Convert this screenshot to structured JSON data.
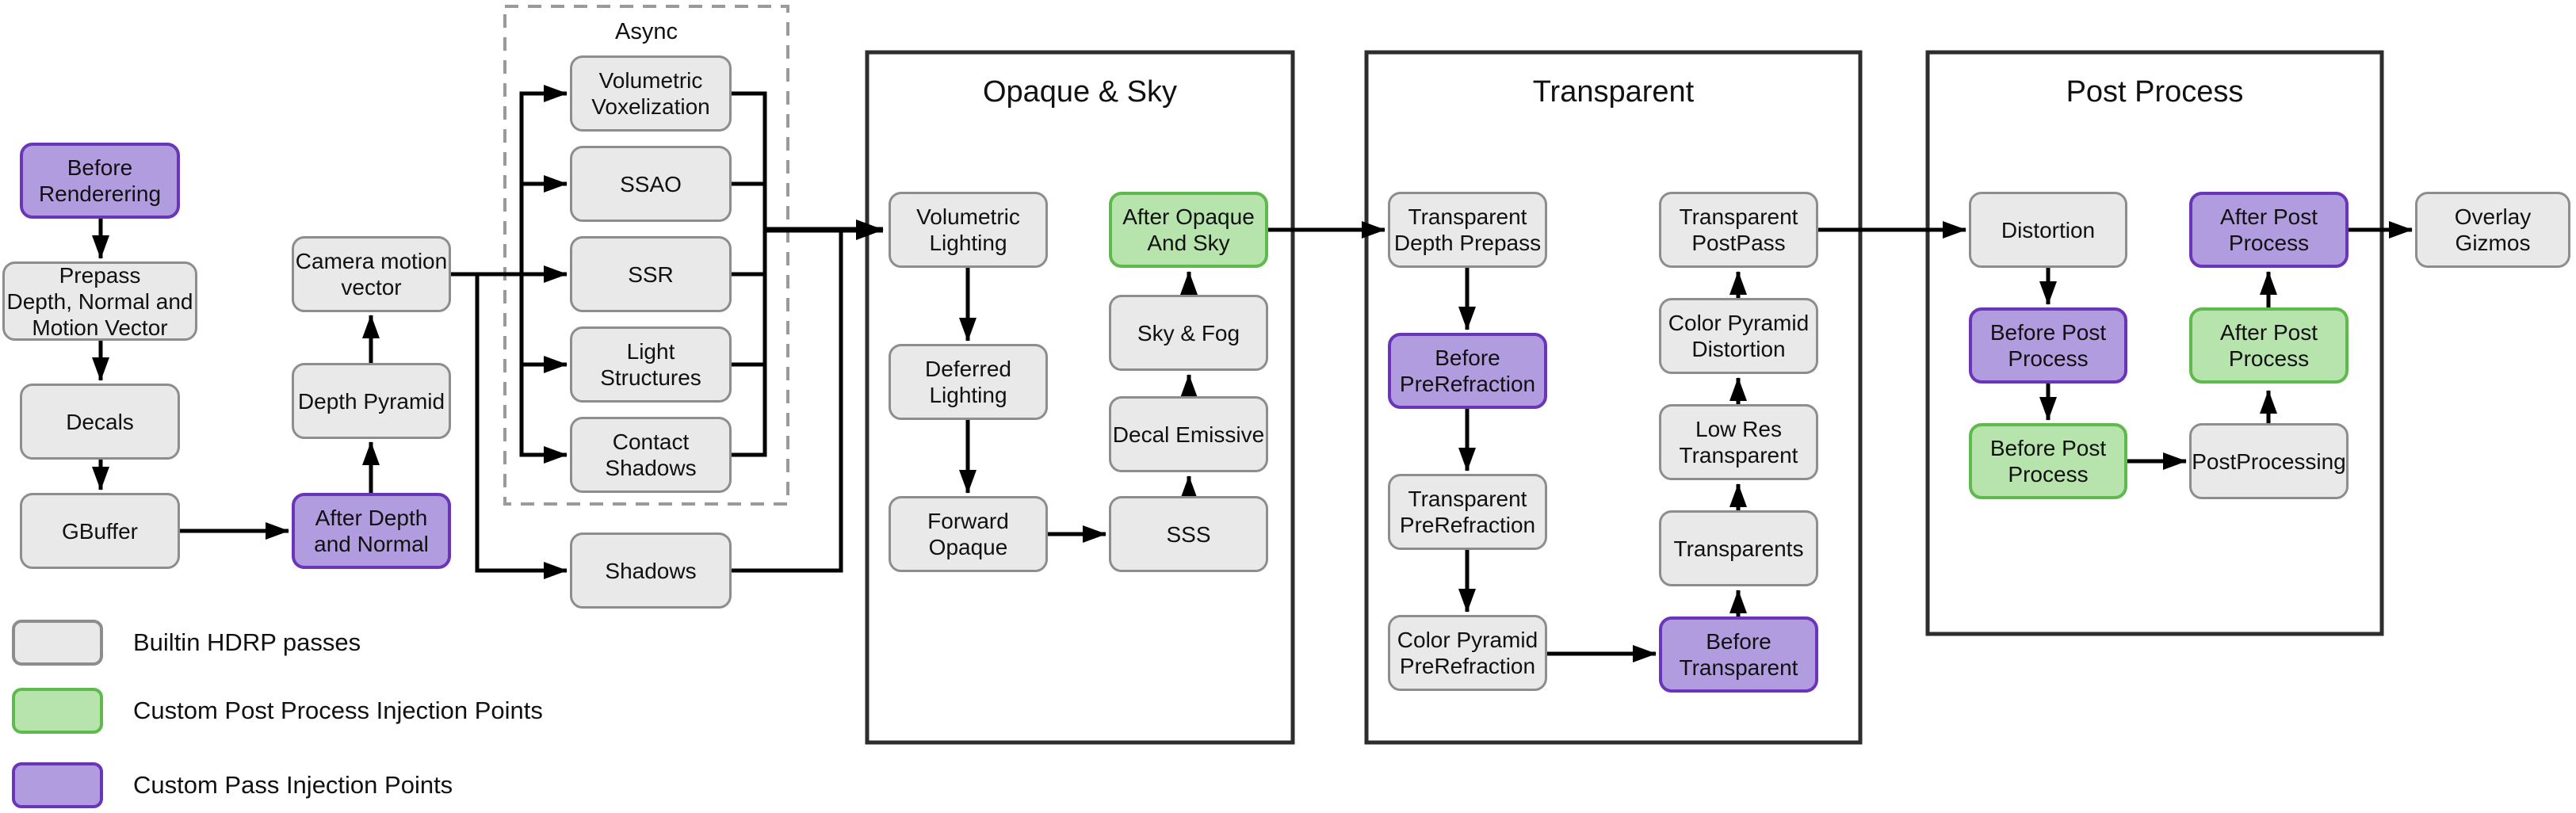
{
  "colors": {
    "background": "#ffffff",
    "text": "#111111",
    "wire": "#000000",
    "group_border": "#2d2d2d",
    "async_border": "#9a9a9a",
    "builtin_fill": "#e9e9e9",
    "builtin_border": "#8d8d8d",
    "custom_post_fill": "#b7e3ad",
    "custom_post_border": "#5eba4d",
    "custom_pass_fill": "#b19ce0",
    "custom_pass_border": "#6a35b8"
  },
  "async_group": {
    "label": "Async"
  },
  "groups": {
    "opaque_sky": {
      "title": "Opaque & Sky"
    },
    "transparent": {
      "title": "Transparent"
    },
    "post_process": {
      "title": "Post Process"
    }
  },
  "nodes": {
    "before_rendering": {
      "label": "Before\nRenderering",
      "type": "custom_pass"
    },
    "prepass": {
      "label": "Prepass\nDepth, Normal and\nMotion Vector",
      "type": "builtin"
    },
    "decals": {
      "label": "Decals",
      "type": "builtin"
    },
    "gbuffer": {
      "label": "GBuffer",
      "type": "builtin"
    },
    "camera_motion_vector": {
      "label": "Camera motion\nvector",
      "type": "builtin"
    },
    "depth_pyramid": {
      "label": "Depth Pyramid",
      "type": "builtin"
    },
    "after_depth_and_normal": {
      "label": "After Depth\nand Normal",
      "type": "custom_pass"
    },
    "volumetric_voxelization": {
      "label": "Volumetric\nVoxelization",
      "type": "builtin"
    },
    "ssao": {
      "label": "SSAO",
      "type": "builtin"
    },
    "ssr": {
      "label": "SSR",
      "type": "builtin"
    },
    "light_structures": {
      "label": "Light\nStructures",
      "type": "builtin"
    },
    "contact_shadows": {
      "label": "Contact\nShadows",
      "type": "builtin"
    },
    "shadows": {
      "label": "Shadows",
      "type": "builtin"
    },
    "volumetric_lighting": {
      "label": "Volumetric\nLighting",
      "type": "builtin"
    },
    "deferred_lighting": {
      "label": "Deferred\nLighting",
      "type": "builtin"
    },
    "forward_opaque": {
      "label": "Forward\nOpaque",
      "type": "builtin"
    },
    "sss": {
      "label": "SSS",
      "type": "builtin"
    },
    "decal_emissive": {
      "label": "Decal Emissive",
      "type": "builtin"
    },
    "sky_fog": {
      "label": "Sky & Fog",
      "type": "builtin"
    },
    "after_opaque_and_sky": {
      "label": "After Opaque\nAnd Sky",
      "type": "custom_post"
    },
    "transparent_depth_prepass": {
      "label": "Transparent\nDepth Prepass",
      "type": "builtin"
    },
    "before_prerefraction": {
      "label": "Before\nPreRefraction",
      "type": "custom_pass"
    },
    "transparent_prerefraction": {
      "label": "Transparent\nPreRefraction",
      "type": "builtin"
    },
    "color_pyramid_prerefraction": {
      "label": "Color Pyramid\nPreRefraction",
      "type": "builtin"
    },
    "before_transparent": {
      "label": "Before\nTransparent",
      "type": "custom_pass"
    },
    "transparents": {
      "label": "Transparents",
      "type": "builtin"
    },
    "low_res_transparent": {
      "label": "Low Res\nTransparent",
      "type": "builtin"
    },
    "color_pyramid_distortion": {
      "label": "Color Pyramid\nDistortion",
      "type": "builtin"
    },
    "transparent_postpass": {
      "label": "Transparent\nPostPass",
      "type": "builtin"
    },
    "distortion": {
      "label": "Distortion",
      "type": "builtin"
    },
    "before_post_process_pass": {
      "label": "Before Post\nProcess",
      "type": "custom_pass"
    },
    "before_post_process_pp": {
      "label": "Before Post\nProcess",
      "type": "custom_post"
    },
    "postprocessing": {
      "label": "PostProcessing",
      "type": "builtin"
    },
    "after_post_process_pp": {
      "label": "After Post\nProcess",
      "type": "custom_post"
    },
    "after_post_process_pass": {
      "label": "After Post\nProcess",
      "type": "custom_pass"
    },
    "overlay_gizmos": {
      "label": "Overlay\nGizmos",
      "type": "builtin"
    }
  },
  "legend": {
    "items": [
      {
        "label": "Builtin HDRP passes",
        "type": "builtin"
      },
      {
        "label": "Custom Post Process Injection Points",
        "type": "custom_post"
      },
      {
        "label": "Custom Pass Injection Points",
        "type": "custom_pass"
      }
    ]
  }
}
